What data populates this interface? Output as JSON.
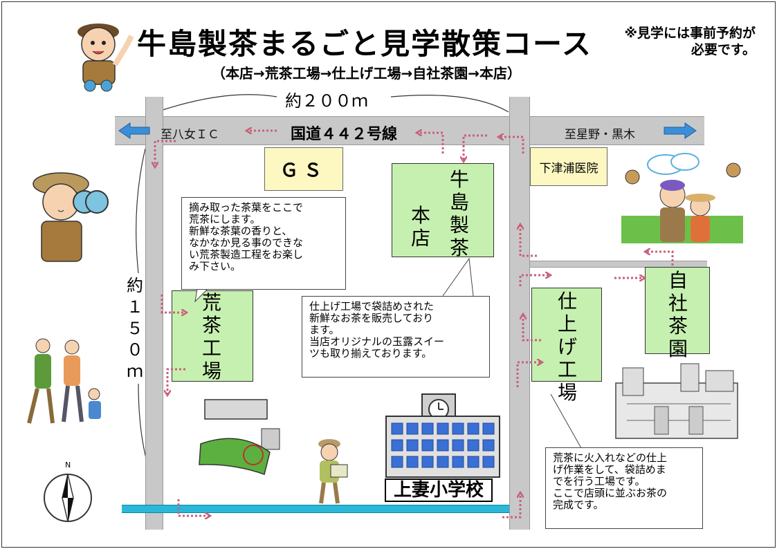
{
  "header": {
    "title": "牛島製茶まるごと見学散策コース",
    "subtitle": "（本店→荒茶工場→仕上げ工場→自社茶園→本店）",
    "note_line1": "※見学には事前予約が",
    "note_line2": "必要です。"
  },
  "distances": {
    "horizontal": "約２００ｍ",
    "vertical": [
      "約",
      "１",
      "５",
      "０",
      "ｍ"
    ]
  },
  "roads": {
    "main_name": "国道４４２号線",
    "left_dest": "至八女ＩＣ",
    "right_dest": "至星野・黒木"
  },
  "landmarks": {
    "gs": "ＧＳ",
    "hospital": "下津浦医院",
    "school": "上妻小学校"
  },
  "places": {
    "honten_col1": "牛島製茶",
    "honten_col2": "本店",
    "aracha": "荒茶工場",
    "shiage": "仕上げ工場",
    "chaen": "自社茶園"
  },
  "callouts": {
    "aracha": [
      "摘み取った茶葉をここで",
      "荒茶にします。",
      "新鮮な茶葉の香りと、",
      "なかなか見る事のできな",
      "い荒茶製造工程をお楽し",
      "み下さい。"
    ],
    "honten": [
      "仕上げ工場で袋詰めされた",
      "新鮮なお茶を販売しており",
      "ます。",
      "当店オリジナルの玉露スイー",
      "ツも取り揃えております。"
    ],
    "shiage": [
      "荒茶に火入れなどの仕上",
      "げ作業をして、袋詰めま",
      "でを行う工場です。",
      "ここで店頭に並ぶお茶の",
      "完成です。"
    ]
  },
  "compass": {
    "north": "N"
  },
  "colors": {
    "place_box": "#c6f0b0",
    "landmark_box": "#fdf7c2",
    "road": "#c8c8c8",
    "river": "#2bb7d8",
    "route_arrow": "#c9607a",
    "direction_arrow": "#3b8fd9"
  }
}
